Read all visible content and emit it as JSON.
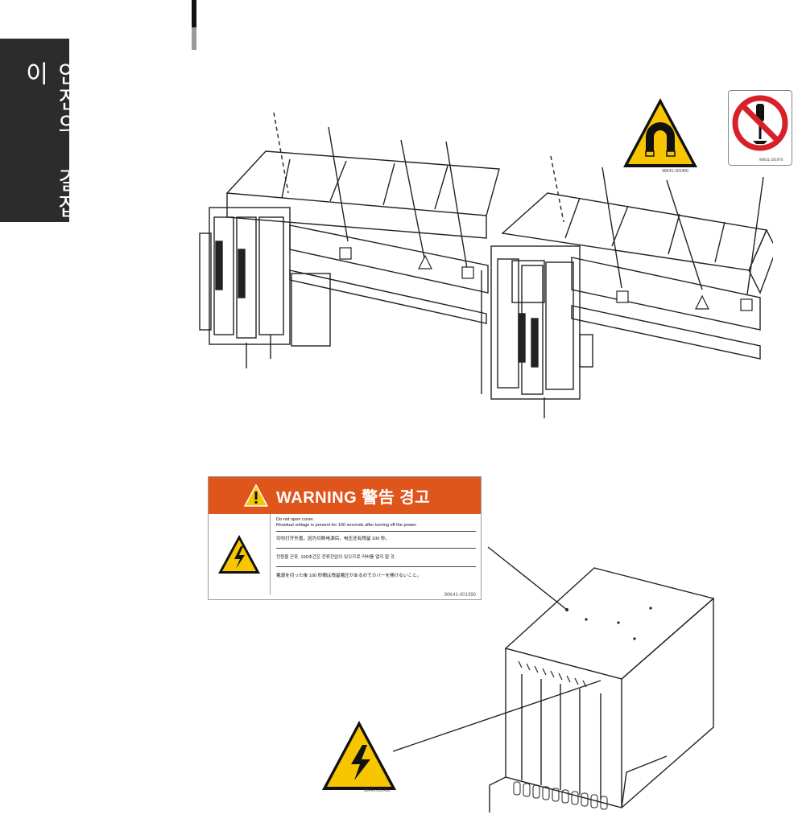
{
  "side_tab": {
    "text": "안전의 길잡이"
  },
  "labels": {
    "magnet_code": "90K41-201400",
    "no_tool_code": "90K41-201970",
    "electric_code": "90K41-201450"
  },
  "warning_label": {
    "title": "WARNING  警告  경고",
    "line1": "Do not open cover.",
    "line2": "Residual voltage is present  for 100 seconds after turning off the power.",
    "line3": "切勿打开外盖。因为切断电源后，电压还有残留 100 秒。",
    "line4": "전원을 끈후, 100초간은 잔류전압이 있으므로 커버를 열지 말 것.",
    "line5": "電源を切った後 100 秒間は残留電圧があるのでカバーを開けないこと。",
    "code": "90K41-001390"
  },
  "colors": {
    "warning_orange": "#e0551b",
    "sign_yellow": "#f7c600",
    "prohibit_red": "#d8202a",
    "side_tab_bg": "#2c2c2c"
  }
}
